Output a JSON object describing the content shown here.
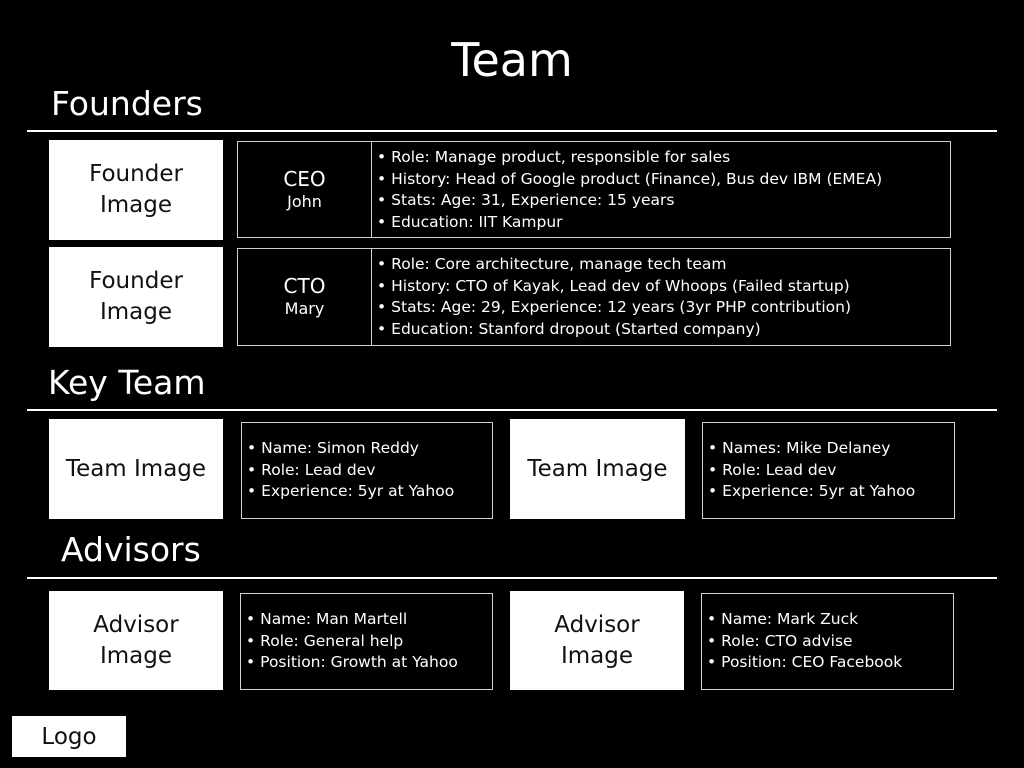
{
  "title": "Team",
  "sections": {
    "founders": "Founders",
    "key_team": "Key Team",
    "advisors": "Advisors"
  },
  "founders": [
    {
      "image_label": "Founder Image",
      "role": "CEO",
      "name": "John",
      "details": [
        "Role: Manage product, responsible for sales",
        "History: Head of Google product (Finance), Bus dev IBM (EMEA)",
        "Stats: Age: 31, Experience: 15 years",
        "Education: IIT Kampur"
      ]
    },
    {
      "image_label": "Founder Image",
      "role": "CTO",
      "name": "Mary",
      "details": [
        "Role: Core architecture, manage tech team",
        "History: CTO of Kayak, Lead dev of Whoops (Failed startup)",
        "Stats: Age: 29, Experience: 12 years (3yr PHP contribution)",
        "Education: Stanford dropout (Started company)"
      ]
    }
  ],
  "key_team": [
    {
      "image_label": "Team Image",
      "details": [
        "Name: Simon Reddy",
        "Role: Lead dev",
        "Experience: 5yr at Yahoo"
      ]
    },
    {
      "image_label": "Team Image",
      "details": [
        "Names: Mike Delaney",
        "Role: Lead dev",
        "Experience: 5yr at Yahoo"
      ]
    }
  ],
  "advisors": [
    {
      "image_label": "Advisor Image",
      "details": [
        "Name: Man Martell",
        "Role: General help",
        "Position: Growth at Yahoo"
      ]
    },
    {
      "image_label": "Advisor Image",
      "details": [
        "Name: Mark Zuck",
        "Role: CTO advise",
        "Position: CEO Facebook"
      ]
    }
  ],
  "logo": "Logo"
}
